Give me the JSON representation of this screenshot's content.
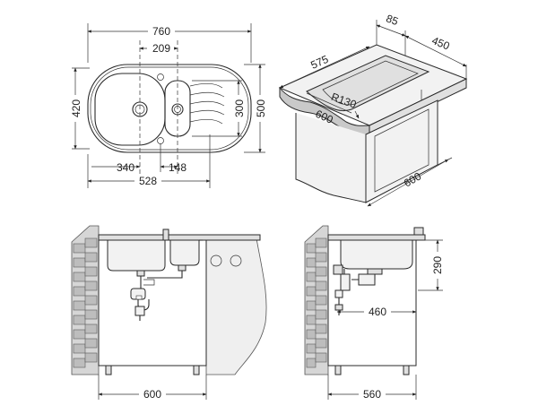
{
  "dimensions": {
    "top_view": {
      "overall_width": "760",
      "bowl_offset": "209",
      "overall_depth": "420",
      "inner_depth": "300",
      "outer_depth": "500",
      "bowl_width": "340",
      "small_gap": "148",
      "bowl_span": "528"
    },
    "iso_view": {
      "a": "85",
      "b": "450",
      "c": "575",
      "radius": "R130",
      "d": "600",
      "e": "600"
    },
    "front_view": {
      "cabinet_width": "600"
    },
    "side_view": {
      "height": "290",
      "depth": "460",
      "cabinet_depth": "560"
    }
  }
}
